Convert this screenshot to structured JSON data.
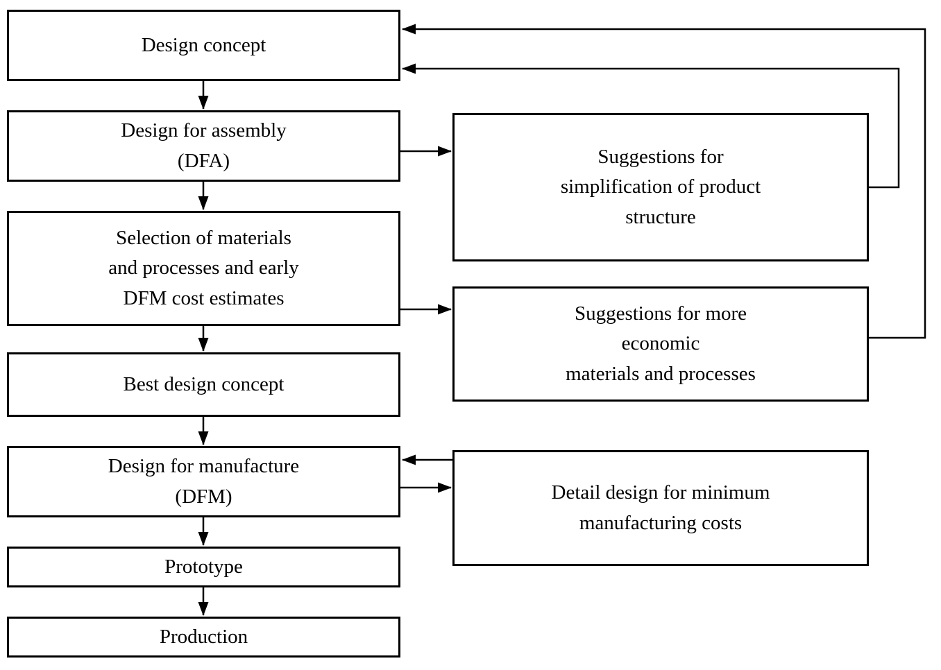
{
  "diagram": {
    "title": "DFA/DFM product design process flowchart",
    "colors": {
      "line": "#000000",
      "box_fill": "#ffffff",
      "background": "#ffffff",
      "text": "#000000"
    },
    "nodes": [
      {
        "id": "design-concept",
        "label": "Design concept"
      },
      {
        "id": "dfa",
        "label": "Design for assembly\n(DFA)"
      },
      {
        "id": "selection-materials",
        "label": "Selection of materials\nand processes and early\nDFM cost estimates"
      },
      {
        "id": "best-design-concept",
        "label": "Best design concept"
      },
      {
        "id": "dfm",
        "label": "Design for manufacture\n(DFM)"
      },
      {
        "id": "prototype",
        "label": "Prototype"
      },
      {
        "id": "production",
        "label": "Production"
      },
      {
        "id": "suggestions-simplification",
        "label": "Suggestions for\nsimplification of product\nstructure"
      },
      {
        "id": "suggestions-economic",
        "label": "Suggestions for more\neconomic\nmaterials and processes"
      },
      {
        "id": "detail-design",
        "label": "Detail design for minimum\nmanufacturing costs"
      }
    ],
    "edges": [
      {
        "from": "design-concept",
        "to": "dfa",
        "type": "arrow"
      },
      {
        "from": "dfa",
        "to": "selection-materials",
        "type": "arrow"
      },
      {
        "from": "selection-materials",
        "to": "best-design-concept",
        "type": "arrow"
      },
      {
        "from": "best-design-concept",
        "to": "dfm",
        "type": "arrow"
      },
      {
        "from": "dfm",
        "to": "prototype",
        "type": "arrow"
      },
      {
        "from": "prototype",
        "to": "production",
        "type": "arrow"
      },
      {
        "from": "dfa",
        "to": "suggestions-simplification",
        "type": "arrow"
      },
      {
        "from": "selection-materials",
        "to": "suggestions-economic",
        "type": "arrow"
      },
      {
        "from": "detail-design",
        "to": "dfm",
        "type": "arrow"
      },
      {
        "from": "dfm",
        "to": "detail-design",
        "type": "arrow"
      },
      {
        "from": "suggestions-simplification",
        "to": "design-concept",
        "type": "feedback-arrow"
      },
      {
        "from": "suggestions-economic",
        "to": "design-concept",
        "type": "feedback-arrow"
      }
    ]
  }
}
